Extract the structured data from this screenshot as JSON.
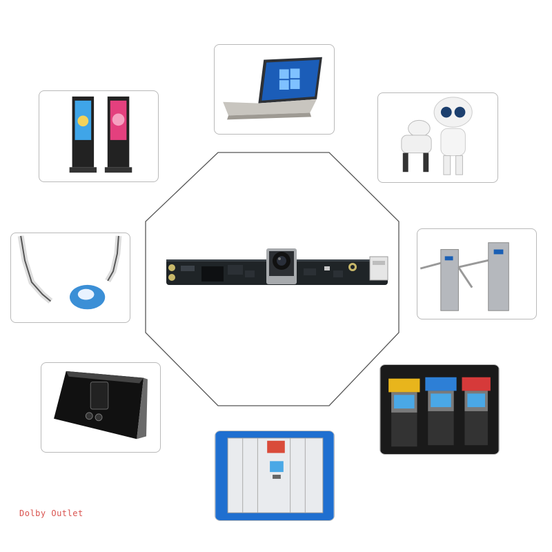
{
  "watermark": {
    "text": "Dolby Outlet"
  },
  "center": {
    "subject": "usb-camera-module-board"
  },
  "applications": [
    {
      "id": "laptop",
      "icon": "laptop-icon"
    },
    {
      "id": "digital-signage-kiosk",
      "icon": "kiosk-icon"
    },
    {
      "id": "robots",
      "icon": "robot-icon"
    },
    {
      "id": "robotic-arm",
      "icon": "robot-arm-icon"
    },
    {
      "id": "turnstile-gates",
      "icon": "turnstile-icon"
    },
    {
      "id": "face-recognition-terminal",
      "icon": "face-terminal-icon"
    },
    {
      "id": "atm-machines",
      "icon": "atm-icon"
    },
    {
      "id": "smart-locker",
      "icon": "locker-icon"
    }
  ],
  "colors": {
    "card_border": "#b9b9b9",
    "watermark": "#d9534f",
    "pcb": "#1f2427",
    "pcb_gold": "#c8b86a"
  }
}
